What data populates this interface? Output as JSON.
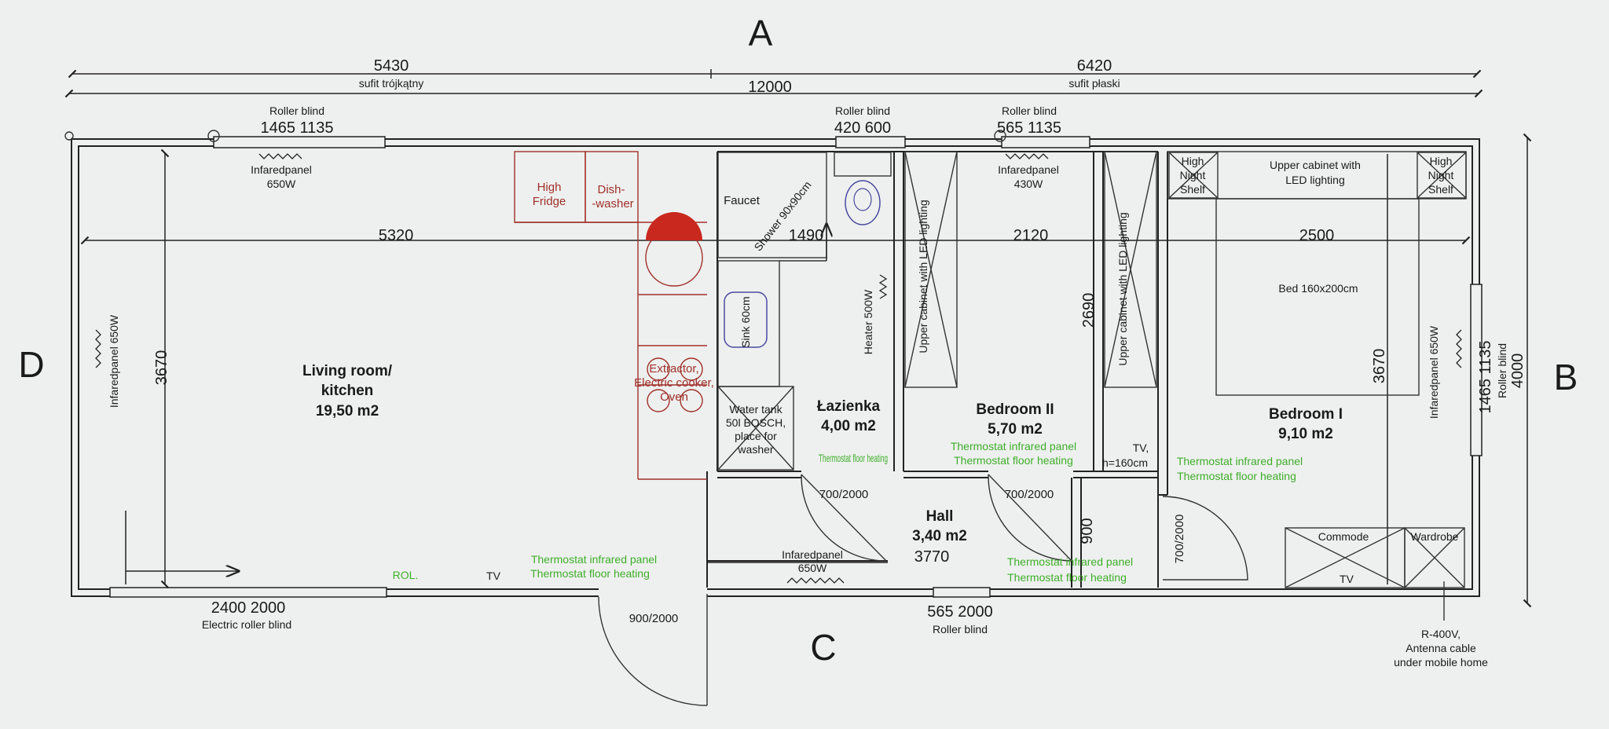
{
  "compass": {
    "top": "A",
    "right": "B",
    "bottom": "C",
    "left": "D"
  },
  "dims": {
    "total": "12000",
    "left_top": "5430",
    "right_top": "6420",
    "ceiling_left": "sufit trójkątny",
    "ceiling_right": "sufit płaski",
    "living_width": "5320",
    "bath_width": "1490",
    "bedroom2_width": "2120",
    "bedroom1_width": "2500",
    "living_height": "3670",
    "bedroom2_height": "2690",
    "bedroom1_height": "3670",
    "overall_height": "4000",
    "hall_width": "3770",
    "hall_side": "900"
  },
  "windows": {
    "w_living_top": "1465 1135",
    "w_bath_top": "420 600",
    "w_bed2_top": "565 1135",
    "w_bed1_right": "1465 1135",
    "w_living_bottom": "2400 2000",
    "w_hall_bottom": "565 2000",
    "roller_blind": "Roller blind",
    "electric_roller_blind": "Electric roller blind"
  },
  "doors": {
    "entry": "900/2000",
    "bath": "700/2000",
    "bed2": "700/2000",
    "bed1": "700/2000"
  },
  "rooms": {
    "living": {
      "name_l1": "Living room/",
      "name_l2": "kitchen",
      "area": "19,50 m2"
    },
    "bath": {
      "name": "Łazienka",
      "area": "4,00 m2"
    },
    "bedroom2": {
      "name": "Bedroom II",
      "area": "5,70 m2"
    },
    "bedroom1": {
      "name": "Bedroom I",
      "area": "9,10 m2"
    },
    "hall": {
      "name": "Hall",
      "area": "3,40 m2"
    }
  },
  "fixtures": {
    "high_fridge_l1": "High",
    "high_fridge_l2": "Fridge",
    "dishwasher_l1": "Dish-",
    "dishwasher_l2": "-washer",
    "cooker_l1": "Extractor,",
    "cooker_l2": "Electric cooker,",
    "cooker_l3": "Oven",
    "faucet": "Faucet",
    "shower": "Shower 90x90cm",
    "sink": "Sink 60cm",
    "tank_l1": "Water tank",
    "tank_l2": "50l BOSCH,",
    "tank_l3": "place for",
    "tank_l4": "washer",
    "heater": "Heater 500W",
    "upper_cab": "Upper cabinet with LED lighting",
    "upper_cab_l1": "Upper cabinet with",
    "upper_cab_l2": "LED lighting",
    "night_l1": "High",
    "night_l2": "Night",
    "night_l3": "Shelf",
    "bed": "Bed 160x200cm",
    "commode": "Commode",
    "wardrobe": "Wardrobe",
    "tv": "TV",
    "tv_comma": "TV,",
    "tv_height": "h=160cm",
    "rol": "ROL.",
    "panel_650_l1": "Infaredpanel",
    "panel_650_l2": "650W",
    "panel_430_l1": "Infaredpanel",
    "panel_430_l2": "430W",
    "panel_left": "Infaredpanel 650W",
    "panel_right": "Infaredpanel 650W",
    "antenna_l1": "R-400V,",
    "antenna_l2": "Antenna cable",
    "antenna_l3": "under mobile home"
  },
  "thermostats": {
    "infra": "Thermostat infrared panel",
    "floor": "Thermostat floor heating"
  },
  "colors": {
    "green": "#3fae2a",
    "red": "#a0302a",
    "line": "#222222",
    "background": "#eef0ef"
  }
}
